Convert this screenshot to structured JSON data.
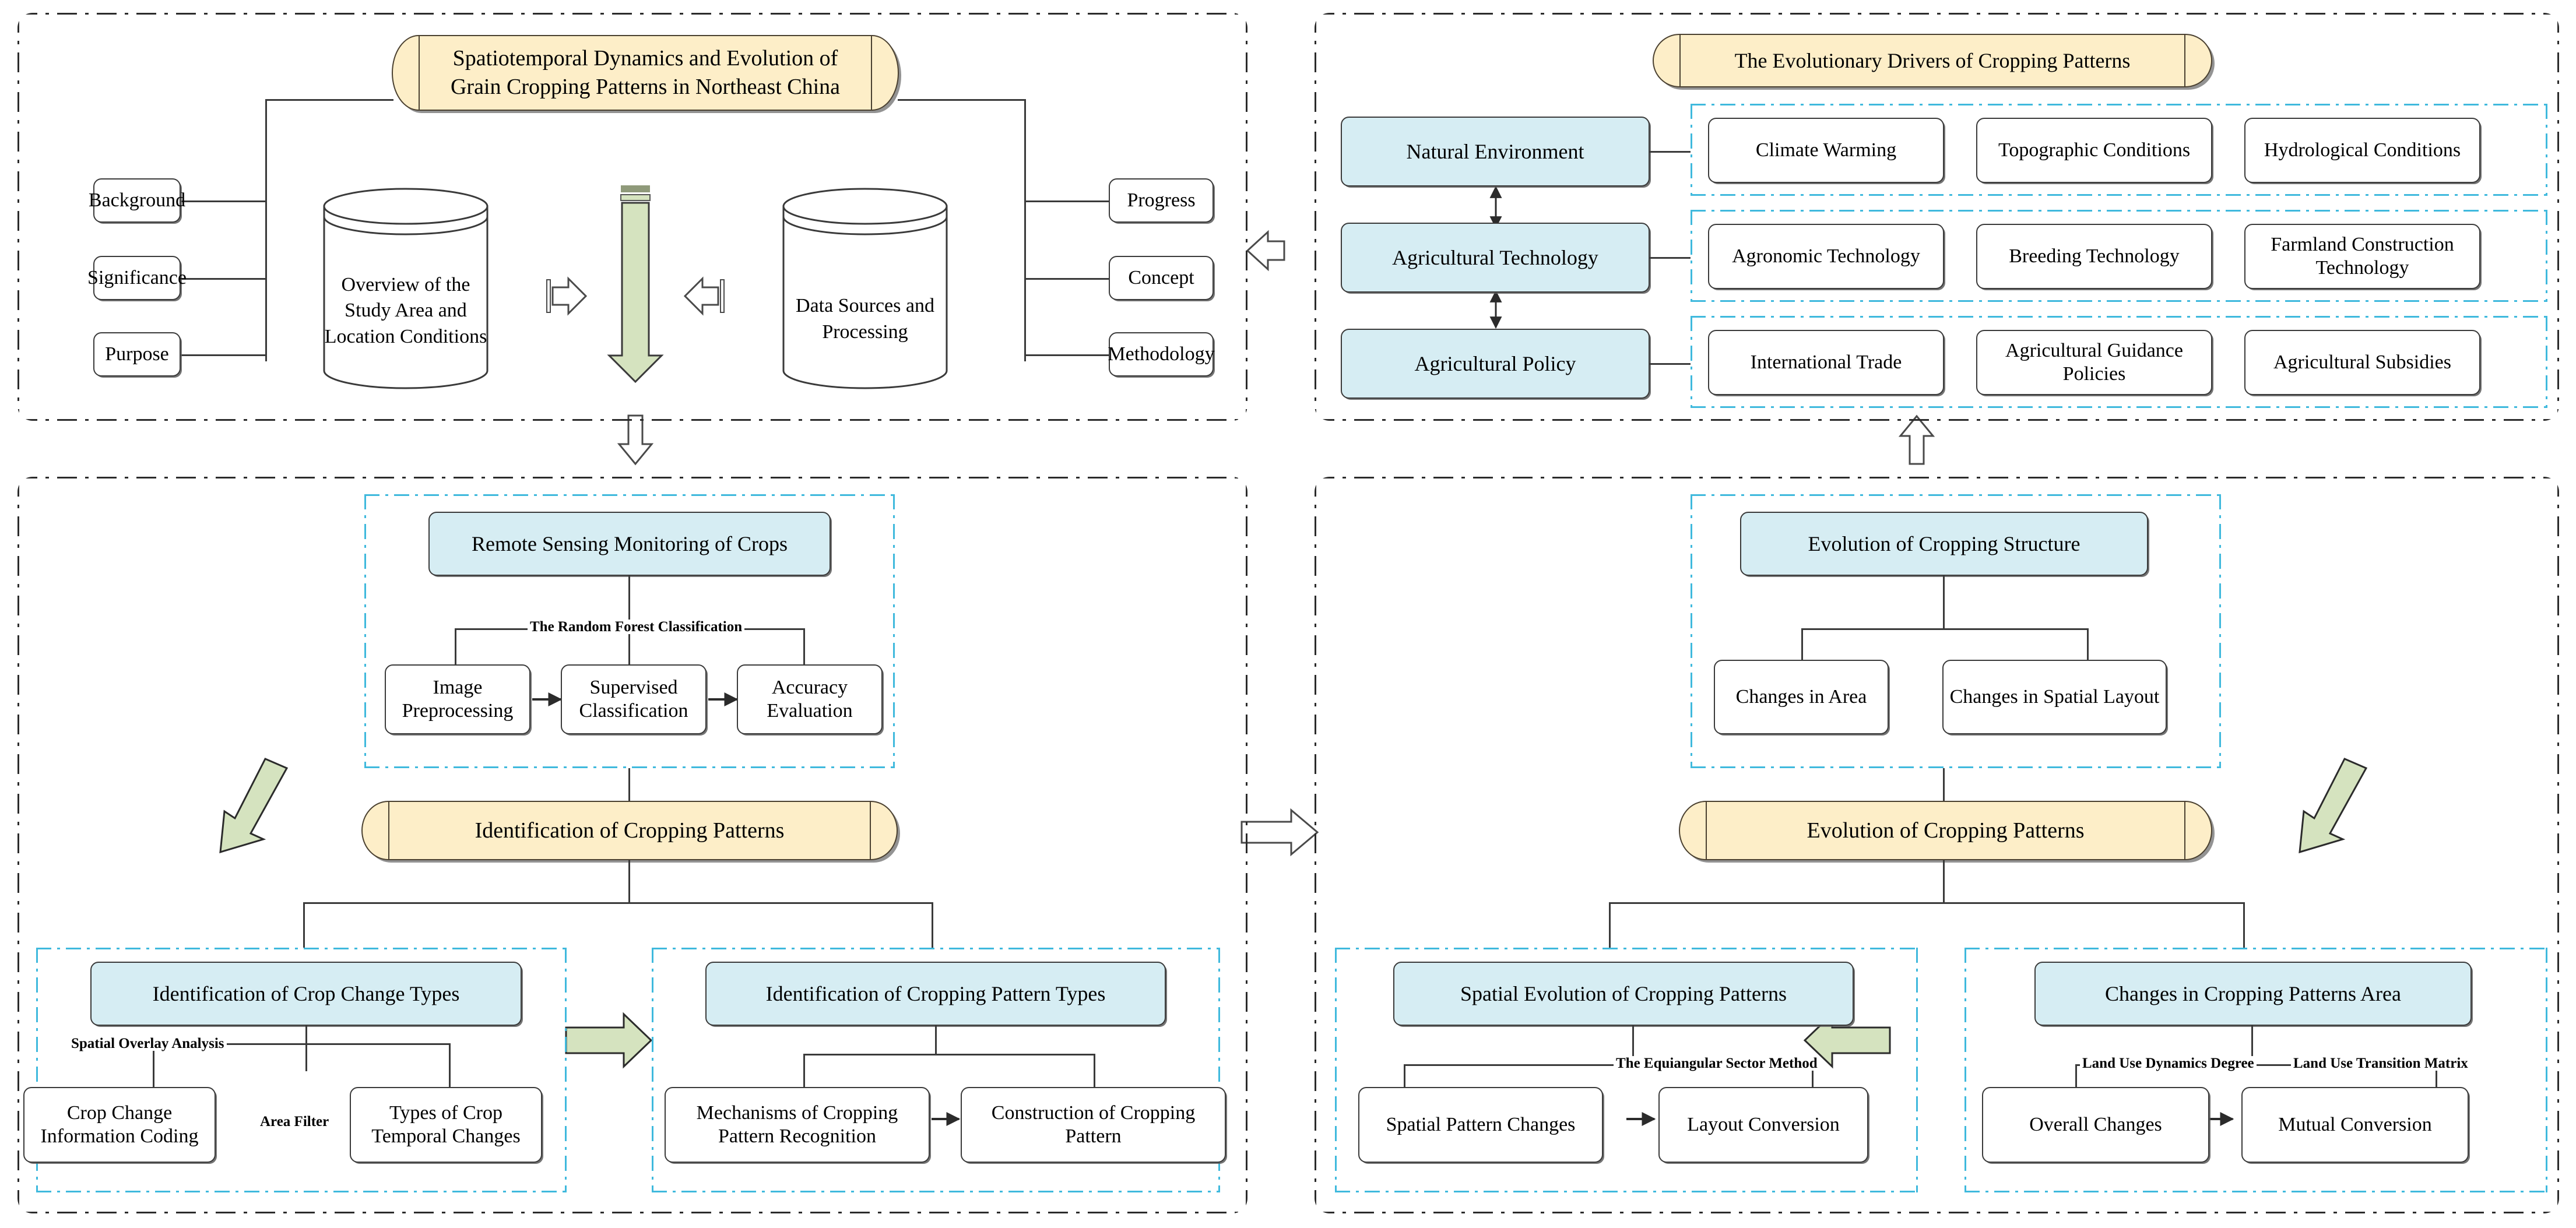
{
  "diagram": {
    "title_banner_left": "Spatiotemporal Dynamics and Evolution of Grain Cropping Patterns in Northeast China",
    "title_banner_right": "The Evolutionary Drivers of Cropping Patterns"
  },
  "panel_intro": {
    "left_column": [
      "Background",
      "Significance",
      "Purpose"
    ],
    "cylinder_left": "Overview of the Study Area and Location Conditions",
    "cylinder_right": "Data Sources and Processing",
    "right_column": [
      "Progress",
      "Concept",
      "Methodology"
    ]
  },
  "panel_drivers": {
    "categories": [
      "Natural Environment",
      "Agricultural Technology",
      "Agricultural Policy"
    ],
    "rows": [
      [
        "Climate Warming",
        "Topographic Conditions",
        "Hydrological Conditions"
      ],
      [
        "Agronomic Technology",
        "Breeding Technology",
        "Farmland Construction Technology"
      ],
      [
        "International Trade",
        "Agricultural Guidance Policies",
        "Agricultural Subsidies"
      ]
    ]
  },
  "panel_identification": {
    "rs_header": "Remote Sensing Monitoring of Crops",
    "rs_method_label": "The Random Forest Classification",
    "rs_steps": [
      "Image Preprocessing",
      "Supervised Classification",
      "Accuracy Evaluation"
    ],
    "middle_banner": "Identification of  Cropping Patterns",
    "left_group_header": "Identification of Crop Change Types",
    "left_group_method_label": "Spatial Overlay Analysis",
    "left_group_edge_label": "Area Filter",
    "left_group_items": [
      "Crop Change Information Coding",
      "Types of Crop Temporal Changes"
    ],
    "right_group_header": "Identification of Cropping Pattern Types",
    "right_group_items": [
      "Mechanisms of Cropping Pattern Recognition",
      "Construction of Cropping Pattern"
    ]
  },
  "panel_evolution": {
    "structure_header": "Evolution of Cropping Structure",
    "structure_items": [
      "Changes in Area",
      "Changes in Spatial Layout"
    ],
    "middle_banner": "Evolution of  Cropping Patterns",
    "left_group_header": "Spatial Evolution  of  Cropping Patterns",
    "left_group_method_label": "The Equiangular Sector Method",
    "left_group_items": [
      "Spatial Pattern Changes",
      "Layout Conversion"
    ],
    "right_group_header": "Changes in Cropping Patterns Area",
    "right_group_method_labels": [
      "Land Use Dynamics Degree",
      "Land Use Transition Matrix"
    ],
    "right_group_items": [
      "Overall Changes",
      "Mutual Conversion"
    ]
  },
  "colors": {
    "cream": "#fdeec8",
    "light_blue": "#d6edf3",
    "green_arrow": "#d5e3bf",
    "outline": "#3a3a3a",
    "group_border": "#3fb9dd"
  },
  "icons": {
    "hollow_arrow_right": "hollow-arrow-right-icon",
    "hollow_arrow_left": "hollow-arrow-left-icon",
    "hollow_arrow_up": "hollow-arrow-up-icon",
    "hollow_arrow_down": "hollow-arrow-down-icon",
    "green_arrow_down": "green-arrow-down-icon",
    "green_arrow_diagonal": "green-arrow-diagonal-icon",
    "green_arrow_right": "green-arrow-right-icon",
    "green_arrow_left": "green-arrow-left-icon"
  }
}
